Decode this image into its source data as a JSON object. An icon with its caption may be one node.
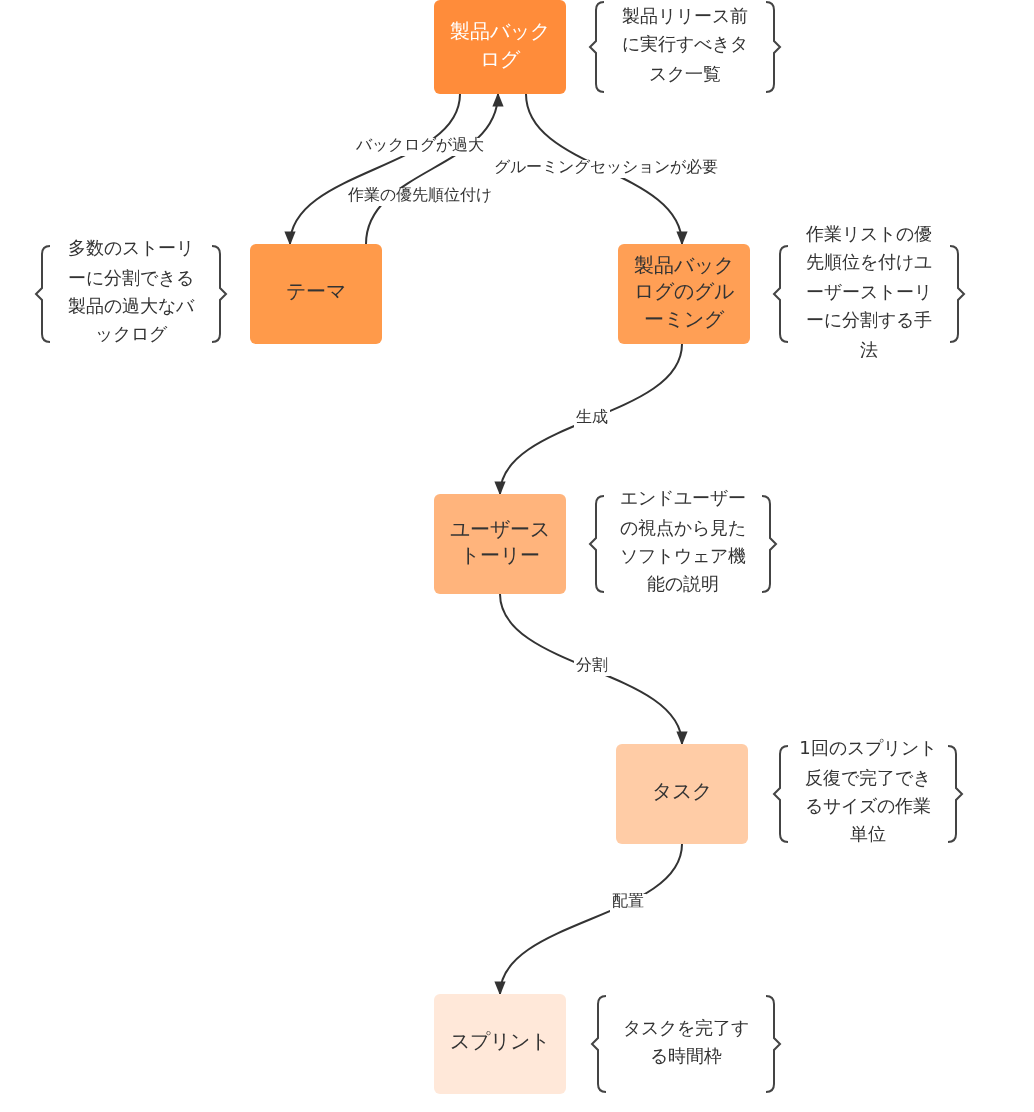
{
  "diagram": {
    "nodes": [
      {
        "text": [
          "製品バックログ"
        ],
        "beside": [
          "製品リリース前に実行すべきタスク一覧"
        ]
      },
      {
        "text": [
          "テーマ"
        ],
        "beside": [
          "多数のストーリーに分割できる製品の過大なバックログ"
        ]
      },
      {
        "text": [
          "製品バックログのグルーミング"
        ],
        "beside": [
          "作業リストの優先順位を付けユーザーストーリーに分割する手法"
        ]
      },
      {
        "text": [
          "ユーザーストーリー"
        ],
        "beside": [
          "エンドユーザーの視点から見たソフトウェア機能の説明"
        ]
      },
      {
        "text": [
          "タスク"
        ],
        "beside": [
          "1回のスプリント反復で完了できるサイズの作業単位"
        ]
      },
      {
        "text": [
          "スプリント"
        ],
        "beside": [
          "タスクを完了する時間枠"
        ]
      }
    ],
    "edges": [
      {
        "from": 0,
        "to": 1,
        "arrow": "to",
        "label": "バックログが過大"
      },
      {
        "from": 1,
        "to": 0,
        "arrow": "to",
        "label": "作業の優先順位付け"
      },
      {
        "from": 0,
        "to": 2,
        "arrow": "to",
        "label": "グルーミングセッションが必要"
      },
      {
        "from": 2,
        "to": 3,
        "arrow": "to",
        "label": "生成"
      },
      {
        "from": 3,
        "to": 4,
        "arrow": "to",
        "label": "分割"
      },
      {
        "from": 4,
        "to": 5,
        "arrow": "to",
        "label": "配置"
      }
    ]
  }
}
